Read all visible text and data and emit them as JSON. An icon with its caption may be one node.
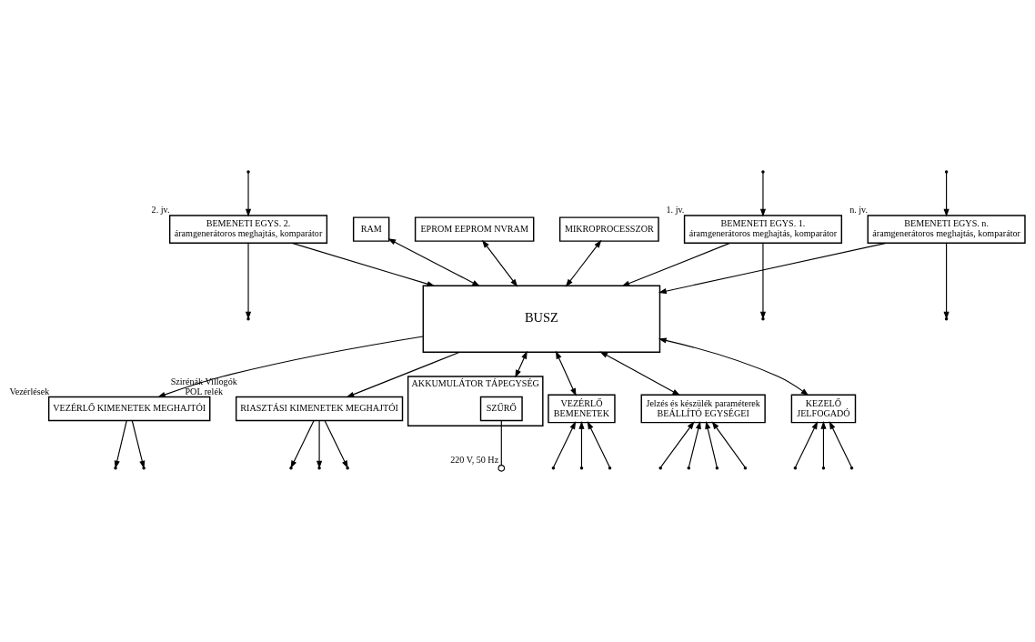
{
  "diagram": {
    "nodes": [
      {
        "text": [
          "BEMENETI EGYS. 1.",
          "áramgenerátoros meghajtás, komparátor"
        ],
        "beside": [
          "1. jv."
        ]
      },
      {
        "text": [
          "BEMENETI EGYS. 2.",
          "áramgenerátoros meghajtás, komparátor"
        ],
        "beside": [
          "2. jv."
        ]
      },
      {
        "text": [
          "BEMENETI EGYS. n.",
          "áramgenerátoros meghajtás, komparátor"
        ],
        "beside": [
          "n. jv."
        ]
      },
      {
        "text": [
          "RAM"
        ]
      },
      {
        "text": [
          "EPROM EEPROM NVRAM"
        ]
      },
      {
        "text": [
          "MIKROPROCESSZOR"
        ]
      },
      {
        "text": [
          "BUSZ"
        ]
      },
      {
        "text": [
          "VEZÉRLŐ KIMENETEK MEGHAJTÓI"
        ],
        "beside": [
          "Vezérlések"
        ]
      },
      {
        "text": [
          "RIASZTÁSI KIMENETEK MEGHAJTÓI"
        ],
        "beside": [
          "Szirénák Villogók",
          "POL relék"
        ]
      },
      {
        "text": [
          "AKKUMULÁTOR TÁPEGYSÉG"
        ]
      },
      {
        "text": [
          "SZŰRŐ"
        ],
        "in": 9
      },
      {
        "text": [
          "VEZÉRLŐ",
          "BEMENETEK"
        ]
      },
      {
        "text": [
          "Jelzés és készülék paraméterek",
          "BEÁLLÍTÓ EGYSÉGEI"
        ]
      },
      {
        "text": [
          "KEZELŐ",
          "JELFOGADÓ"
        ]
      },
      {
        "text": [],
        "shape": "circle",
        "beside": [
          "220 V, 50 Hz"
        ]
      }
    ],
    "edges": [
      {
        "from": 0,
        "to": null,
        "arrow": "to"
      },
      {
        "from": null,
        "to": 0,
        "arrow": "to"
      },
      {
        "from": 1,
        "to": null,
        "arrow": "to"
      },
      {
        "from": null,
        "to": 1,
        "arrow": "to"
      },
      {
        "from": 2,
        "to": null,
        "arrow": "to"
      },
      {
        "from": null,
        "to": 2,
        "arrow": "to"
      },
      {
        "from": 0,
        "to": 6,
        "arrow": "to"
      },
      {
        "from": 1,
        "to": 6,
        "arrow": "to"
      },
      {
        "from": 2,
        "to": 6,
        "arrow": "to"
      },
      {
        "from": 3,
        "to": 6,
        "arrow": "both"
      },
      {
        "from": 4,
        "to": 6,
        "arrow": "both"
      },
      {
        "from": 5,
        "to": 6,
        "arrow": "both"
      },
      {
        "from": 6,
        "to": 7,
        "arrow": "to"
      },
      {
        "from": 6,
        "to": 8,
        "arrow": "to"
      },
      {
        "from": 7,
        "to": null,
        "arrow": "to"
      },
      {
        "from": 7,
        "to": null,
        "arrow": "to"
      },
      {
        "from": 8,
        "to": null,
        "arrow": "to"
      },
      {
        "from": 8,
        "to": null,
        "arrow": "to"
      },
      {
        "from": 8,
        "to": null,
        "arrow": "to"
      },
      {
        "from": 6,
        "to": 9,
        "arrow": "both"
      },
      {
        "from": 6,
        "to": 11,
        "arrow": "both"
      },
      {
        "from": 6,
        "to": 12,
        "arrow": "both"
      },
      {
        "from": 6,
        "to": 13,
        "arrow": "both"
      },
      {
        "from": 10,
        "to": 14,
        "arrow": "none"
      },
      {
        "from": null,
        "to": 11,
        "arrow": "to"
      },
      {
        "from": null,
        "to": 11,
        "arrow": "to"
      },
      {
        "from": null,
        "to": 11,
        "arrow": "to"
      },
      {
        "from": null,
        "to": 12,
        "arrow": "to"
      },
      {
        "from": null,
        "to": 12,
        "arrow": "to"
      },
      {
        "from": null,
        "to": 12,
        "arrow": "to"
      },
      {
        "from": null,
        "to": 12,
        "arrow": "to"
      },
      {
        "from": null,
        "to": 13,
        "arrow": "to"
      },
      {
        "from": null,
        "to": 13,
        "arrow": "to"
      },
      {
        "from": null,
        "to": 13,
        "arrow": "to"
      }
    ]
  }
}
